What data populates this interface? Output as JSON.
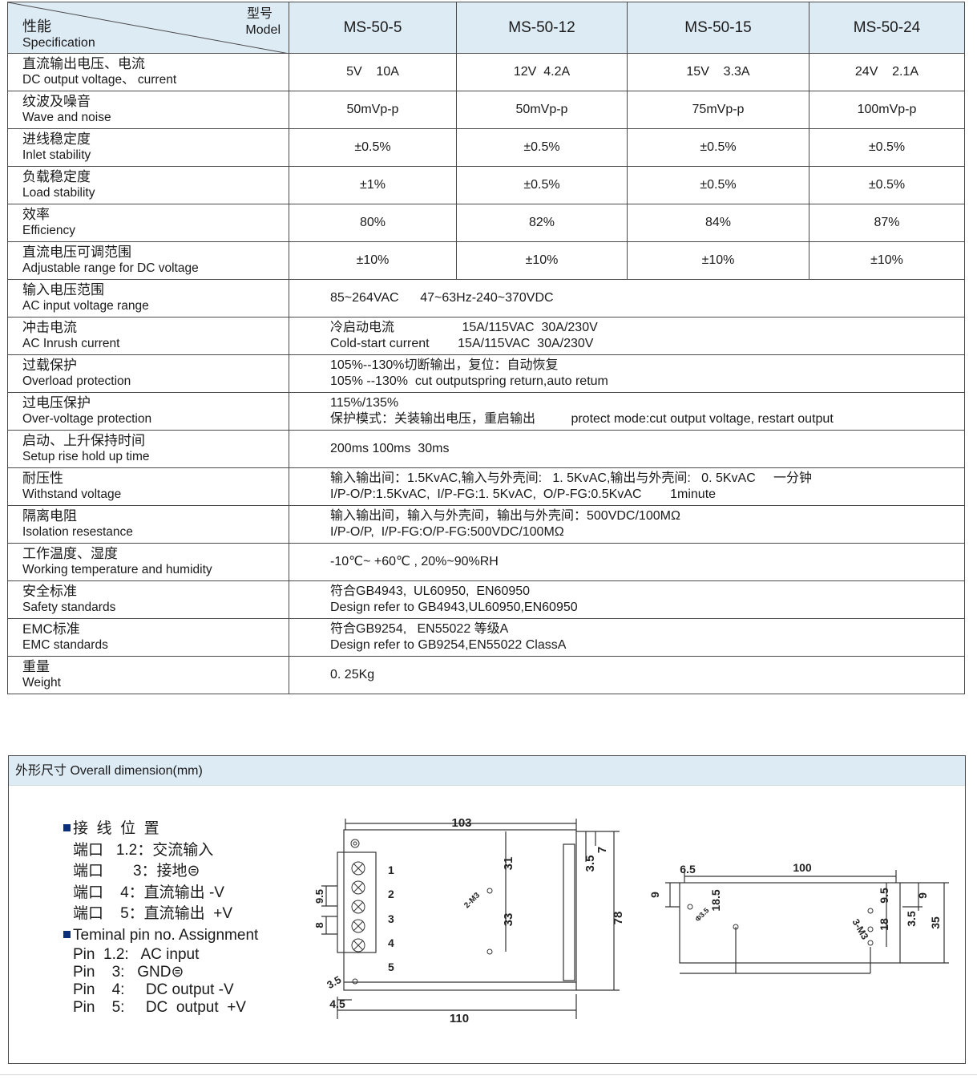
{
  "header": {
    "spec_zh": "性能",
    "spec_en": "Specification",
    "model_zh": "型号",
    "model_en": "Model",
    "models": [
      "MS-50-5",
      "MS-50-12",
      "MS-50-15",
      "MS-50-24"
    ]
  },
  "rows": [
    {
      "zh": "直流输出电压、电流",
      "en": "DC output voltage、 current",
      "values": [
        "5V    10A",
        "12V  4.2A",
        "15V    3.3A",
        "24V    2.1A"
      ]
    },
    {
      "zh": "纹波及噪音",
      "en": "Wave and noise",
      "values": [
        "50mVp-p",
        "50mVp-p",
        "75mVp-p",
        "100mVp-p"
      ]
    },
    {
      "zh": "进线稳定度",
      "en": "Inlet stability",
      "values": [
        "±0.5%",
        "±0.5%",
        "±0.5%",
        "±0.5%"
      ]
    },
    {
      "zh": "负载稳定度",
      "en": "Load stability",
      "values": [
        "±1%",
        "±0.5%",
        "±0.5%",
        "±0.5%"
      ]
    },
    {
      "zh": "效率",
      "en": "Efficiency",
      "values": [
        "80%",
        "82%",
        "84%",
        "87%"
      ]
    },
    {
      "zh": "直流电压可调范围",
      "en": "Adjustable range for DC voltage",
      "values": [
        "±10%",
        "±10%",
        "±10%",
        "±10%"
      ]
    },
    {
      "zh": "输入电压范围",
      "en": "AC input voltage range",
      "lines": [
        "85~264VAC      47~63Hz-240~370VDC"
      ]
    },
    {
      "zh": "冲击电流",
      "en": "AC Inrush current",
      "lines": [
        "冷启动电流                   15A/115VAC  30A/230V",
        "Cold-start current        15A/115VAC  30A/230V"
      ]
    },
    {
      "zh": "过载保护",
      "en": "Overload protection",
      "lines": [
        "105%--130%切断输出，复位：自动恢复",
        "105% --130%  cut outputspring return,auto retum"
      ]
    },
    {
      "zh": "过电压保护",
      "en": "Over-voltage protection",
      "lines": [
        "115%/135%",
        "保护模式：关装输出电压，重启输出          protect mode:cut output voltage, restart output"
      ]
    },
    {
      "zh": "启动、上升保持时间",
      "en": "Setup rise hold up time",
      "lines": [
        "200ms 100ms  30ms"
      ]
    },
    {
      "zh": "耐压性",
      "en": "Withstand voltage",
      "lines": [
        "输入输出间：1.5KvAC,输入与外壳间:   1. 5KvAC,输出与外壳间:   0. 5KvAC     一分钟",
        "I/P-O/P:1.5KvAC,  I/P-FG:1. 5KvAC,  O/P-FG:0.5KvAC        1minute"
      ]
    },
    {
      "zh": "隔离电阻",
      "en": "Isolation resestance",
      "lines": [
        "输入输出间，输入与外壳间，输出与外壳间：500VDC/100MΩ",
        "I/P-O/P,  I/P-FG:O/P-FG:500VDC/100MΩ"
      ]
    },
    {
      "zh": "工作温度、湿度",
      "en": "Working temperature and humidity",
      "lines": [
        "-10℃~ +60℃ , 20%~90%RH"
      ]
    },
    {
      "zh": "安全标准",
      "en": "Safety standards",
      "lines": [
        "符合GB4943,  UL60950,  EN60950",
        "Design refer to GB4943,UL60950,EN60950"
      ]
    },
    {
      "zh": "EMC标准",
      "en": "EMC standards",
      "lines": [
        "符合GB9254,   EN55022 等级A",
        "Design refer to GB9254,EN55022 ClassA"
      ]
    },
    {
      "zh": "重量",
      "en": "Weight",
      "lines": [
        "0. 25Kg"
      ]
    }
  ],
  "dimension": {
    "title": "外形尺寸  Overall dimension(mm)",
    "pins": {
      "heading_zh": "接  线  位  置",
      "lines_zh": [
        "端口   1.2：交流输入",
        "端口       3：接地⊜",
        "端口    4：直流输出 -V",
        "端口    5：直流输出  +V"
      ],
      "heading_en": "Teminal pin no. Assignment",
      "lines_en": [
        "Pin  1.2:   AC input",
        "Pin    3:   GND⊜",
        "Pin    4:     DC output -V",
        "Pin    5:     DC  output  +V"
      ]
    },
    "front_view": {
      "width_top": "103",
      "width_bottom": "110",
      "height": "78",
      "top_right_7": "7",
      "top_right_35": "3.5",
      "hole_31": "31",
      "hole_33": "33",
      "screw": "2-M3",
      "left_95": "9.5",
      "left_8": "8",
      "corner_35": "3.5",
      "corner_45": "4.5",
      "terminals": [
        "1",
        "2",
        "3",
        "4",
        "5"
      ]
    },
    "side_view": {
      "width": "100",
      "left_65": "6.5",
      "left_9": "9",
      "dia": "Φ3.5",
      "mid_185": "18.5",
      "right_95": "9.5",
      "right_18": "18",
      "screw": "3-M3",
      "far_9": "9",
      "far_35a": "3.5",
      "height_35": "35"
    }
  }
}
